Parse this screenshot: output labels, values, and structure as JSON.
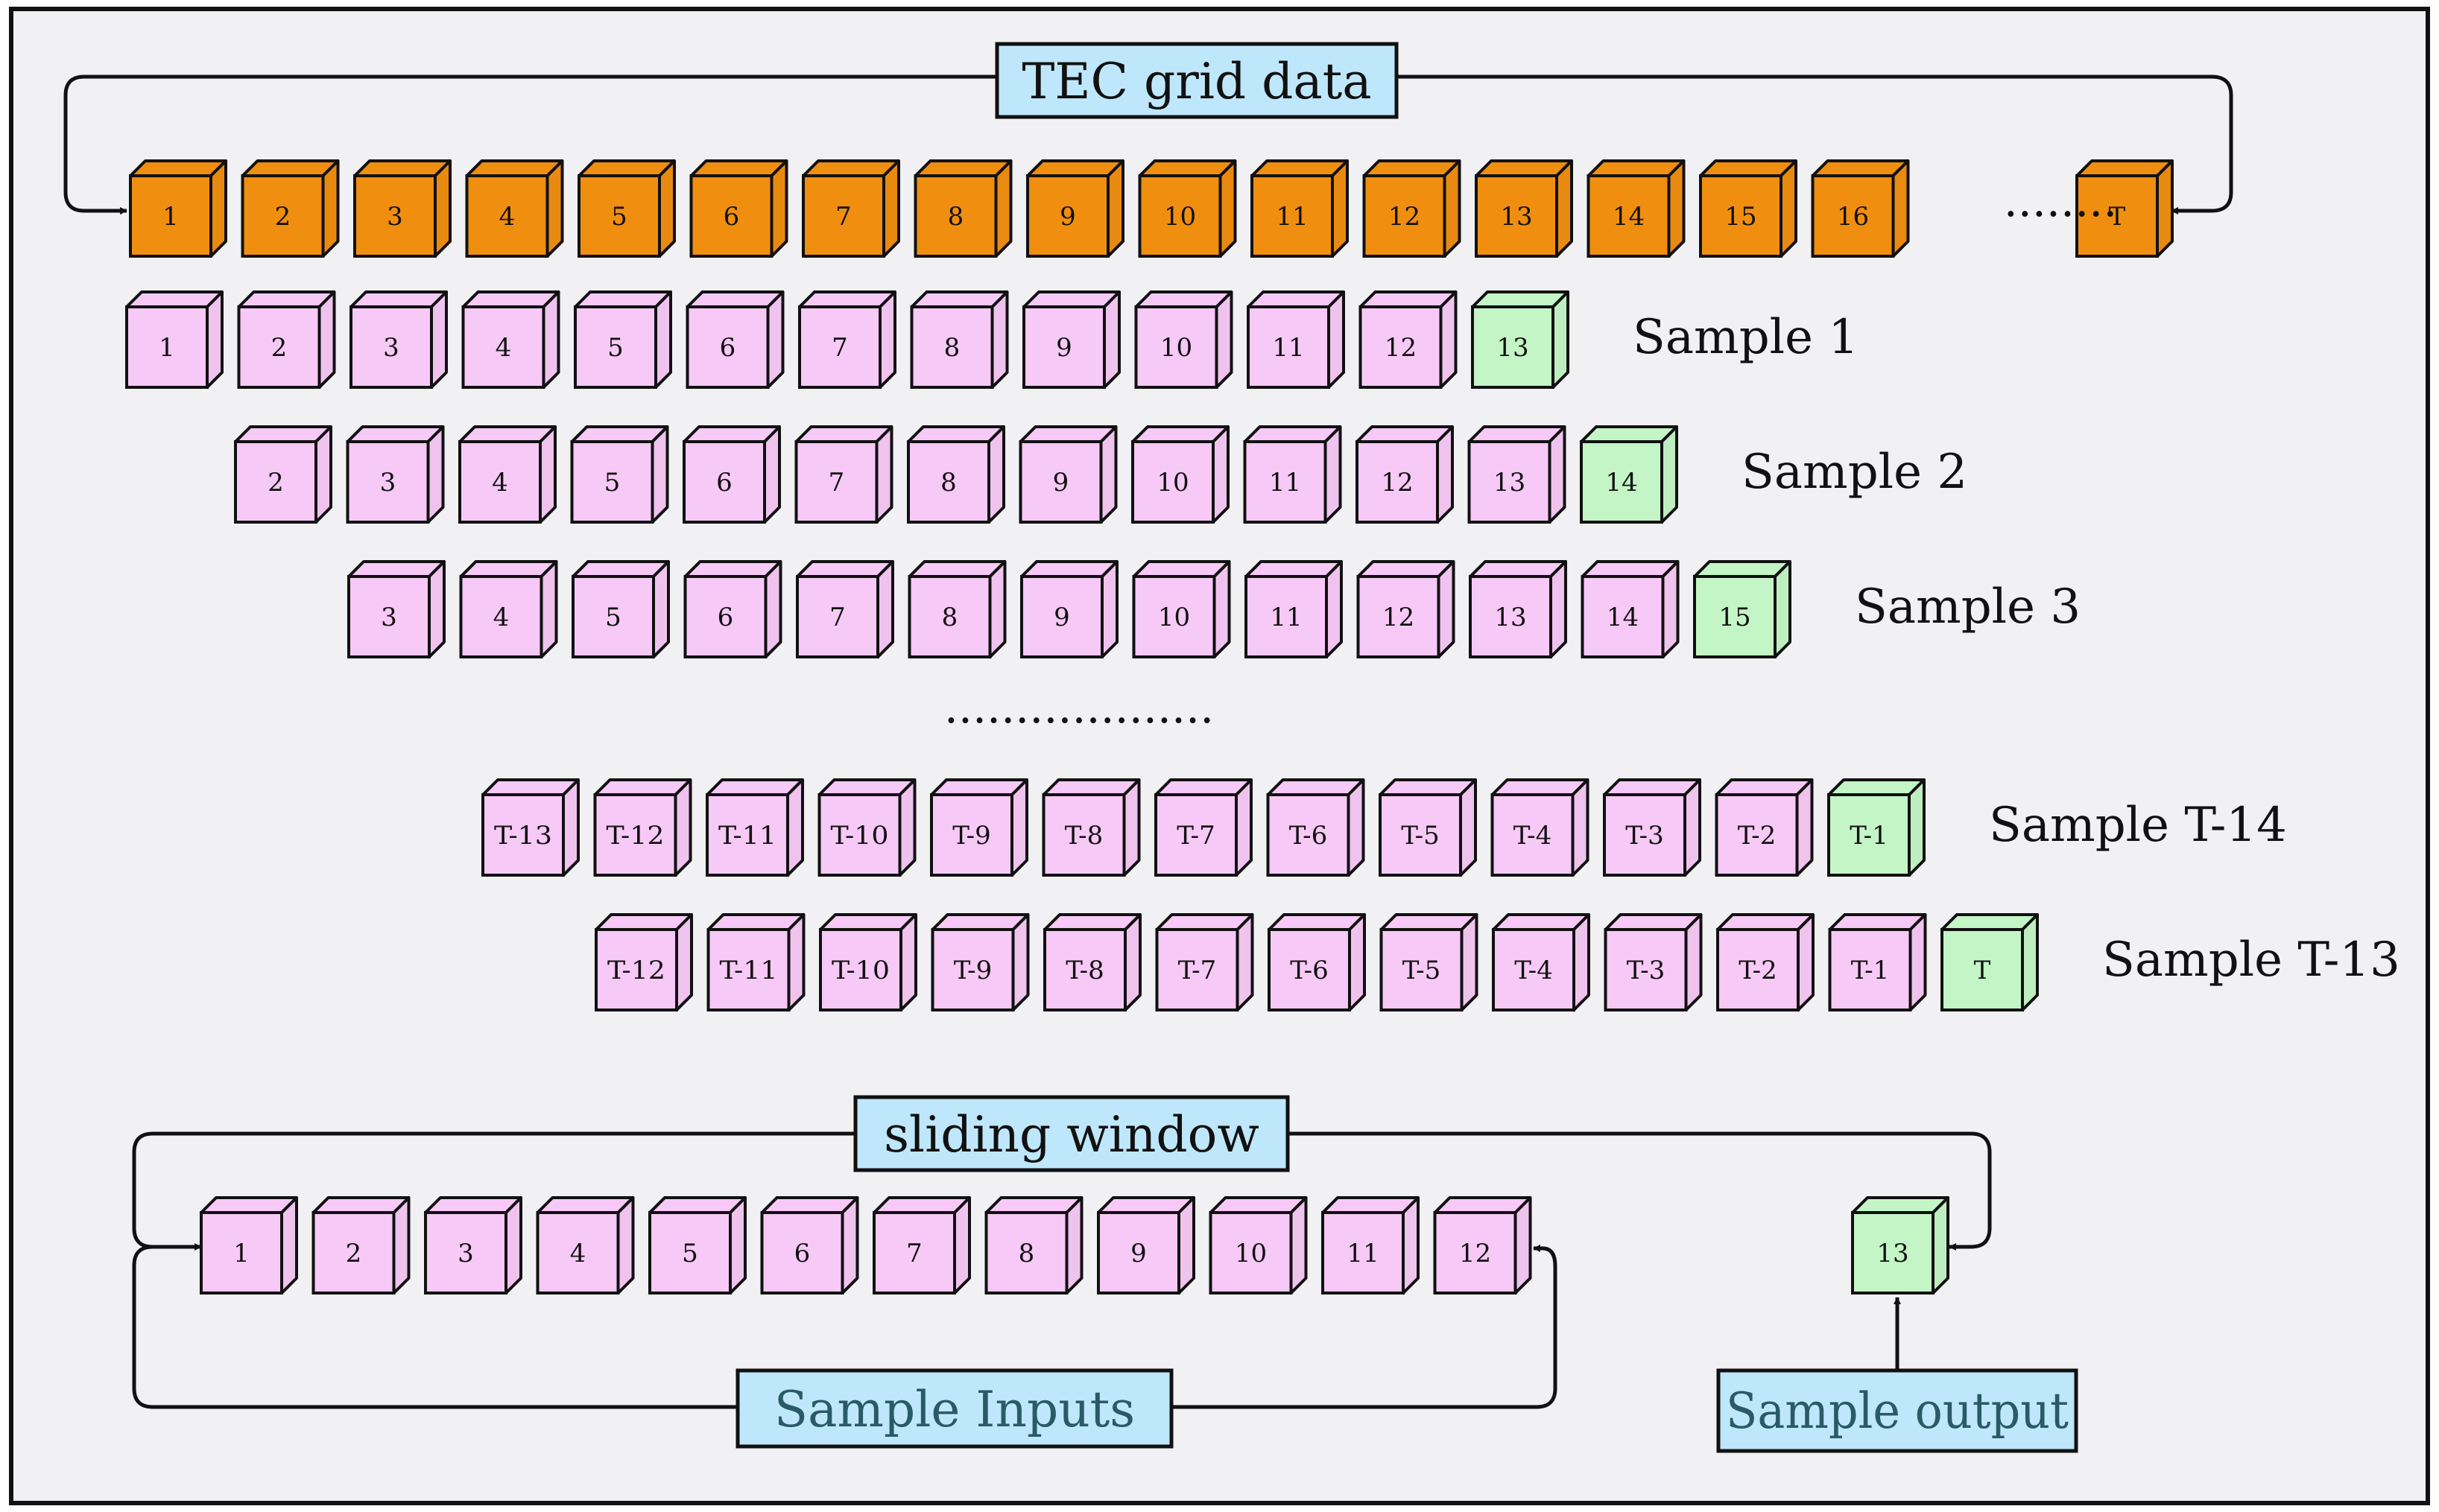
{
  "colors": {
    "background": "#f1f1f4",
    "frame": "#111111",
    "tec_cube": "#f08e10",
    "input_cube": "#f7c9f6",
    "output_cube": "#c4f5c6",
    "label_box": "#bfe7fb",
    "label_text_teal": "#2a5a66"
  },
  "tec_grid": {
    "label": "TEC grid data",
    "cells": [
      "1",
      "2",
      "3",
      "4",
      "5",
      "6",
      "7",
      "8",
      "9",
      "10",
      "11",
      "12",
      "13",
      "14",
      "15",
      "16",
      "T"
    ],
    "ellipsis": "........"
  },
  "samples": [
    {
      "label": "Sample 1",
      "inputs": [
        "1",
        "2",
        "3",
        "4",
        "5",
        "6",
        "7",
        "8",
        "9",
        "10",
        "11",
        "12"
      ],
      "output": "13"
    },
    {
      "label": "Sample 2",
      "inputs": [
        "2",
        "3",
        "4",
        "5",
        "6",
        "7",
        "8",
        "9",
        "10",
        "11",
        "12",
        "13"
      ],
      "output": "14"
    },
    {
      "label": "Sample 3",
      "inputs": [
        "3",
        "4",
        "5",
        "6",
        "7",
        "8",
        "9",
        "10",
        "11",
        "12",
        "13",
        "14"
      ],
      "output": "15"
    },
    {
      "label": "Sample T-14",
      "inputs": [
        "T-13",
        "T-12",
        "T-11",
        "T-10",
        "T-9",
        "T-8",
        "T-7",
        "T-6",
        "T-5",
        "T-4",
        "T-3",
        "T-2"
      ],
      "output": "T-1"
    },
    {
      "label": "Sample T-13",
      "inputs": [
        "T-12",
        "T-11",
        "T-10",
        "T-9",
        "T-8",
        "T-7",
        "T-6",
        "T-5",
        "T-4",
        "T-3",
        "T-2",
        "T-1"
      ],
      "output": "T"
    }
  ],
  "samples_ellipsis": "...................",
  "sliding_window": {
    "label": "sliding window",
    "inputs": [
      "1",
      "2",
      "3",
      "4",
      "5",
      "6",
      "7",
      "8",
      "9",
      "10",
      "11",
      "12"
    ],
    "output": "13",
    "inputs_label": "Sample Inputs",
    "output_label": "Sample output"
  }
}
